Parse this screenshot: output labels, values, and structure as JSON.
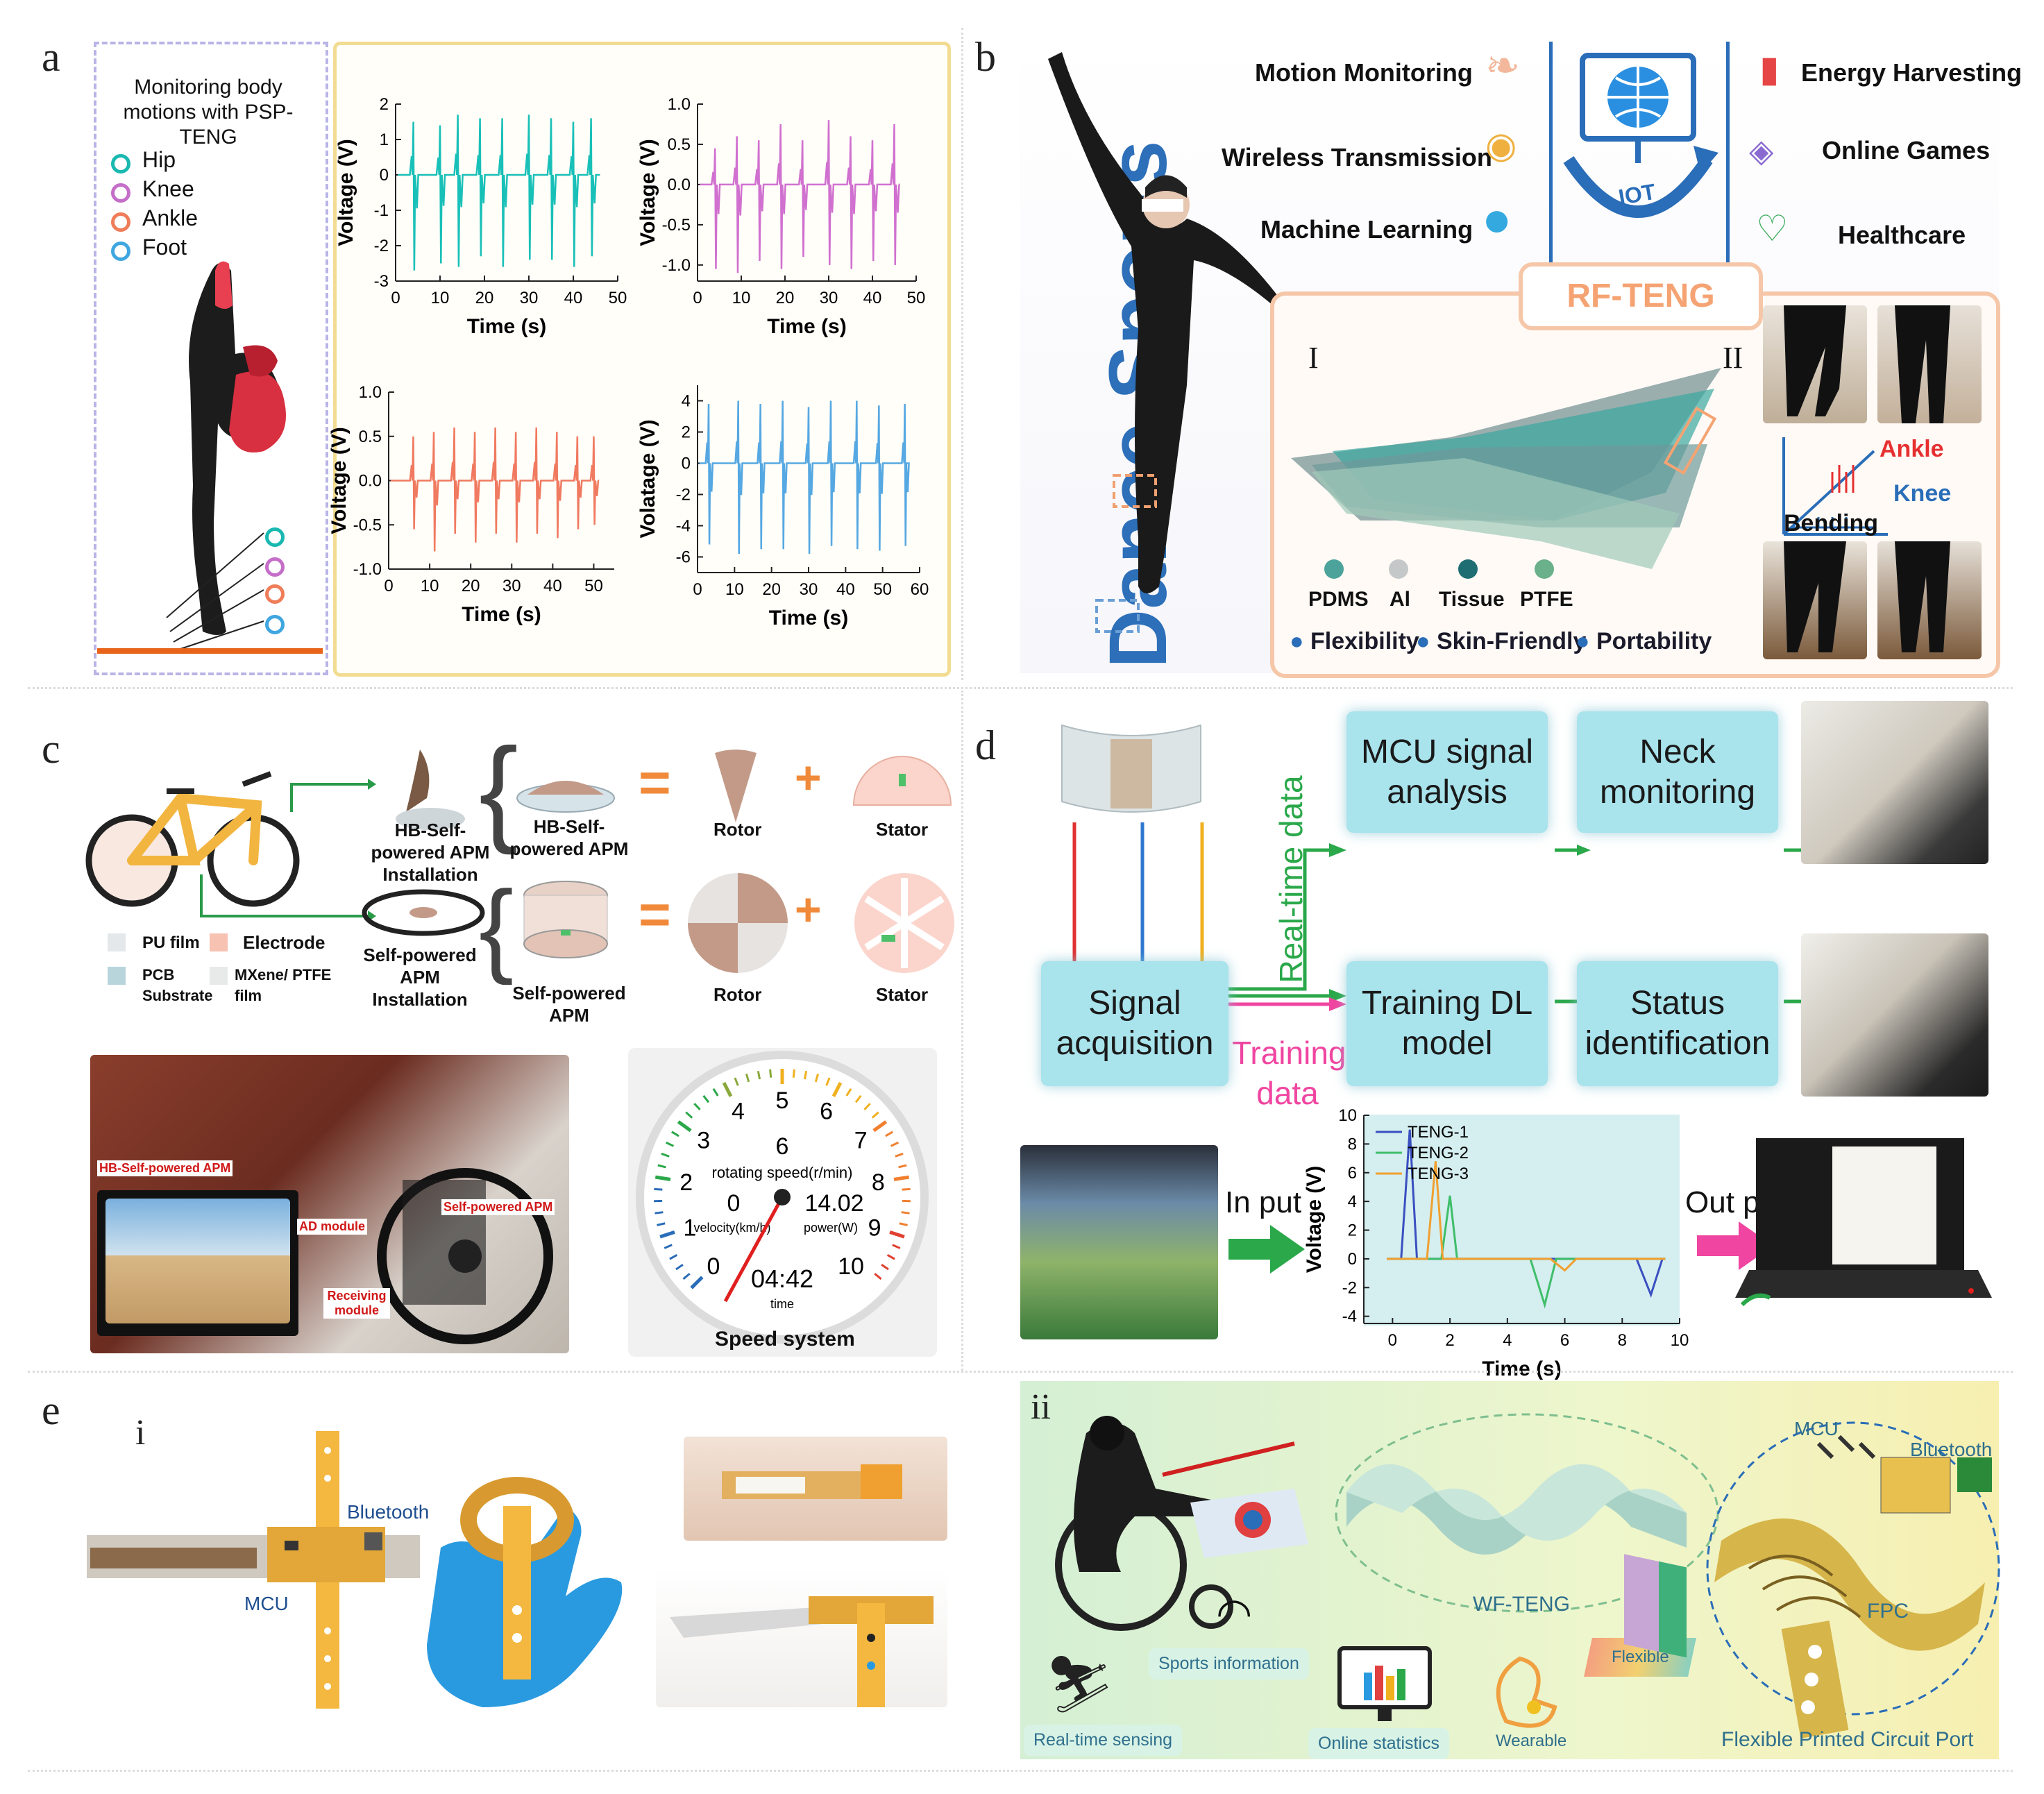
{
  "panel_a": {
    "letter": "a",
    "legend_title": "Monitoring body motions with PSP-TENG",
    "legend": [
      {
        "label": "Hip",
        "color": "#19b8b0"
      },
      {
        "label": "Knee",
        "color": "#c56ec9"
      },
      {
        "label": "Ankle",
        "color": "#ef7d5a"
      },
      {
        "label": "Foot",
        "color": "#3fa6e0"
      }
    ]
  },
  "chart_data": [
    {
      "type": "line",
      "title": "",
      "xlabel": "Time (s)",
      "ylabel": "Voltage (V)",
      "color": "#19c0b8",
      "xlim": [
        0,
        50
      ],
      "ylim": [
        -3,
        2
      ],
      "xticks": [
        0,
        10,
        20,
        30,
        40,
        50
      ],
      "yticks": [
        2,
        1,
        0,
        -1,
        -2,
        -3
      ],
      "peaks_x": [
        4,
        10,
        14,
        19,
        24,
        30,
        35,
        40,
        44
      ],
      "peak_y": [
        1.5,
        1.4,
        1.7,
        1.6,
        1.6,
        1.7,
        1.6,
        1.5,
        1.6
      ],
      "trough_y": [
        -2.7,
        -2.5,
        -2.6,
        -2.3,
        -2.6,
        -2.4,
        -2.4,
        -2.6,
        -2.3
      ]
    },
    {
      "type": "line",
      "title": "",
      "xlabel": "Time (s)",
      "ylabel": "Voltage (V)",
      "color": "#d070cf",
      "xlim": [
        0,
        50
      ],
      "ylim": [
        -1.2,
        1.0
      ],
      "xticks": [
        0,
        10,
        20,
        30,
        40,
        50
      ],
      "yticks": [
        1.0,
        0.5,
        0.0,
        -0.5,
        -1.0
      ],
      "peaks_x": [
        4,
        9,
        14,
        19,
        24,
        30,
        35,
        40,
        45
      ],
      "peak_y": [
        0.45,
        0.6,
        0.55,
        0.75,
        0.55,
        0.8,
        0.6,
        0.55,
        0.75
      ],
      "trough_y": [
        -1.05,
        -1.1,
        -0.95,
        -1.05,
        -0.9,
        -1.0,
        -1.05,
        -0.95,
        -1.0
      ]
    },
    {
      "type": "line",
      "title": "",
      "xlabel": "Time (s)",
      "ylabel": "Voltage (V)",
      "color": "#f07a60",
      "xlim": [
        0,
        55
      ],
      "ylim": [
        -1.0,
        1.0
      ],
      "xticks": [
        0,
        10,
        20,
        30,
        40,
        50
      ],
      "yticks": [
        1.0,
        0.5,
        0.0,
        -0.5,
        -1.0
      ],
      "peaks_x": [
        6,
        11,
        16,
        21,
        26,
        31,
        36,
        41,
        46,
        50
      ],
      "peak_y": [
        0.5,
        0.55,
        0.6,
        0.55,
        0.6,
        0.55,
        0.6,
        0.55,
        0.5,
        0.5
      ],
      "trough_y": [
        -0.55,
        -0.8,
        -0.6,
        -0.7,
        -0.6,
        -0.7,
        -0.6,
        -0.65,
        -0.55,
        -0.5
      ]
    },
    {
      "type": "line",
      "title": "",
      "xlabel": "Time (s)",
      "ylabel": "Volatage (V)",
      "color": "#56a8e2",
      "xlim": [
        0,
        60
      ],
      "ylim": [
        -7,
        5
      ],
      "xticks": [
        0,
        10,
        20,
        30,
        40,
        50,
        60
      ],
      "yticks": [
        4,
        2,
        0,
        -2,
        -4,
        -6
      ],
      "peaks_x": [
        3,
        11,
        17,
        23,
        30,
        36,
        43,
        49,
        56
      ],
      "peak_y": [
        3.8,
        4,
        3.8,
        4,
        3.6,
        4,
        4,
        3.7,
        3.8
      ],
      "trough_y": [
        -5.2,
        -5.8,
        -5.5,
        -5.5,
        -5.8,
        -5.3,
        -5.5,
        -5.6,
        -5.3
      ]
    },
    {
      "type": "line",
      "title": "",
      "xlabel": "Time (s)",
      "ylabel": "Voltage (V)",
      "xlim": [
        -1,
        10
      ],
      "ylim": [
        -4.5,
        10
      ],
      "xticks": [
        0,
        2,
        4,
        6,
        8,
        10
      ],
      "yticks": [
        10,
        8,
        6,
        4,
        2,
        0,
        -2,
        -4
      ],
      "series": [
        {
          "name": "TENG-1",
          "color": "#3a4fc0",
          "peak_x": 0.6,
          "peak_y": 9,
          "trough_x": 9.0,
          "trough_y": -2.5
        },
        {
          "name": "TENG-2",
          "color": "#3fbe6a",
          "peak_x": 2.0,
          "peak_y": 4.4,
          "trough_x": 5.3,
          "trough_y": -3.2
        },
        {
          "name": "TENG-3",
          "color": "#f0a030",
          "peak_x": 1.5,
          "peak_y": 6.8,
          "trough_x": 6.0,
          "trough_y": -0.8
        }
      ]
    }
  ],
  "panel_b": {
    "letter": "b",
    "vertical_title": "Dance Sports",
    "left_features": [
      "Motion Monitoring",
      "Wireless Transmission",
      "Machine Learning"
    ],
    "right_features": [
      "Energy Harvesting",
      "Online Games",
      "Healthcare"
    ],
    "iot_label": "IOT",
    "device_title": "RF-TENG",
    "roman_1": "I",
    "roman_2": "II",
    "materials": [
      "PDMS",
      "Al",
      "Tissue",
      "PTFE"
    ],
    "properties": [
      "Flexibility",
      "Skin-Friendly",
      "Portability"
    ],
    "ankle_label": "Ankle",
    "knee_label": "Knee",
    "bending_label": "Bending"
  },
  "panel_c": {
    "letter": "c",
    "hb_install": "HB-Self-powered APM Installation",
    "hb_apm": "HB-Self-powered APM",
    "sp_install": "Self-powered APM Installation",
    "sp_apm": "Self-powered APM",
    "rotor": "Rotor",
    "stator": "Stator",
    "legend": [
      "PU film",
      "Electrode",
      "PCB Substrate",
      "MXene/ PTFE film"
    ],
    "photo_labels": [
      "HB-Self-powered APM",
      "Self-powered APM",
      "AD module",
      "Receiving module"
    ],
    "gauge": {
      "ticks": [
        "0",
        "1",
        "2",
        "3",
        "4",
        "5",
        "6",
        "7",
        "8",
        "9",
        "10"
      ],
      "speed_value": "6",
      "speed_label": "rotating speed(r/min)",
      "velocity_value": "0",
      "velocity_label": "velocity(km/h)",
      "power_value": "14.02",
      "power_label": "power(W)",
      "time_value": "04:42",
      "time_label": "time",
      "title": "Speed system"
    }
  },
  "panel_d": {
    "letter": "d",
    "realtime": "Real-time data",
    "training": "Training data",
    "box_mcu": "MCU signal analysis",
    "box_neck": "Neck monitoring",
    "box_signal": "Signal acquisition",
    "box_train": "Training DL model",
    "box_status": "Status identification",
    "input": "In put",
    "output": "Out put"
  },
  "panel_e": {
    "letter": "e",
    "sub_i": "i",
    "sub_ii": "ii",
    "bluetooth": "Bluetooth",
    "mcu": "MCU",
    "wf_teng": "WF-TENG",
    "fpc": "FPC",
    "mcu2": "MCU",
    "bluetooth2": "Bluetooth",
    "sports_info": "Sports information",
    "realtime_sensing": "Real-time sensing",
    "online_stats": "Online statistics",
    "wearable": "Wearable",
    "flexible": "Flexible",
    "fpc_port": "Flexible Printed Circuit Port"
  }
}
